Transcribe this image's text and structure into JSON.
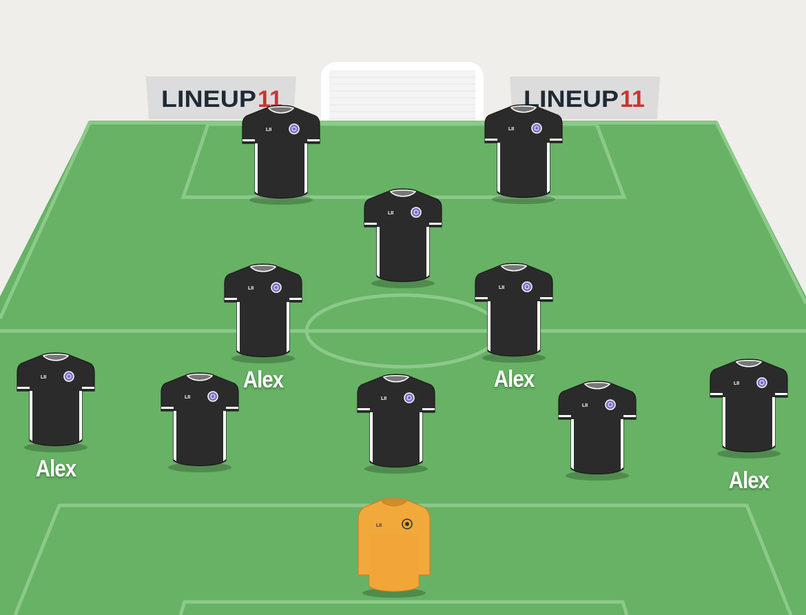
{
  "brand": {
    "logo_text_word": "LINEUP",
    "logo_text_number": "11",
    "colors": {
      "word": "#1f2a35",
      "number": "#c8352e",
      "board": "#dcdcdc"
    }
  },
  "pitch": {
    "colors": {
      "grass": "#67b265",
      "lines": "#8cc98a",
      "background": "#efeeeb"
    }
  },
  "kit": {
    "outfield": {
      "body": "#2b2b2b",
      "trim": "#ffffff",
      "badge": "#7a6cc8"
    },
    "goalkeeper": {
      "body": "#f2a93b",
      "trim": "#c9842a",
      "badge": "#333333"
    },
    "crest_text": "LII"
  },
  "players": [
    {
      "role": "striker-left",
      "name": ""
    },
    {
      "role": "striker-right",
      "name": ""
    },
    {
      "role": "attacking-mid",
      "name": ""
    },
    {
      "role": "central-mid-left",
      "name": "Alex"
    },
    {
      "role": "central-mid-right",
      "name": "Alex"
    },
    {
      "role": "left-back",
      "name": "Alex"
    },
    {
      "role": "centre-back-left",
      "name": ""
    },
    {
      "role": "centre-back-mid",
      "name": ""
    },
    {
      "role": "centre-back-right",
      "name": ""
    },
    {
      "role": "right-back",
      "name": "Alex"
    },
    {
      "role": "goalkeeper",
      "name": ""
    }
  ]
}
